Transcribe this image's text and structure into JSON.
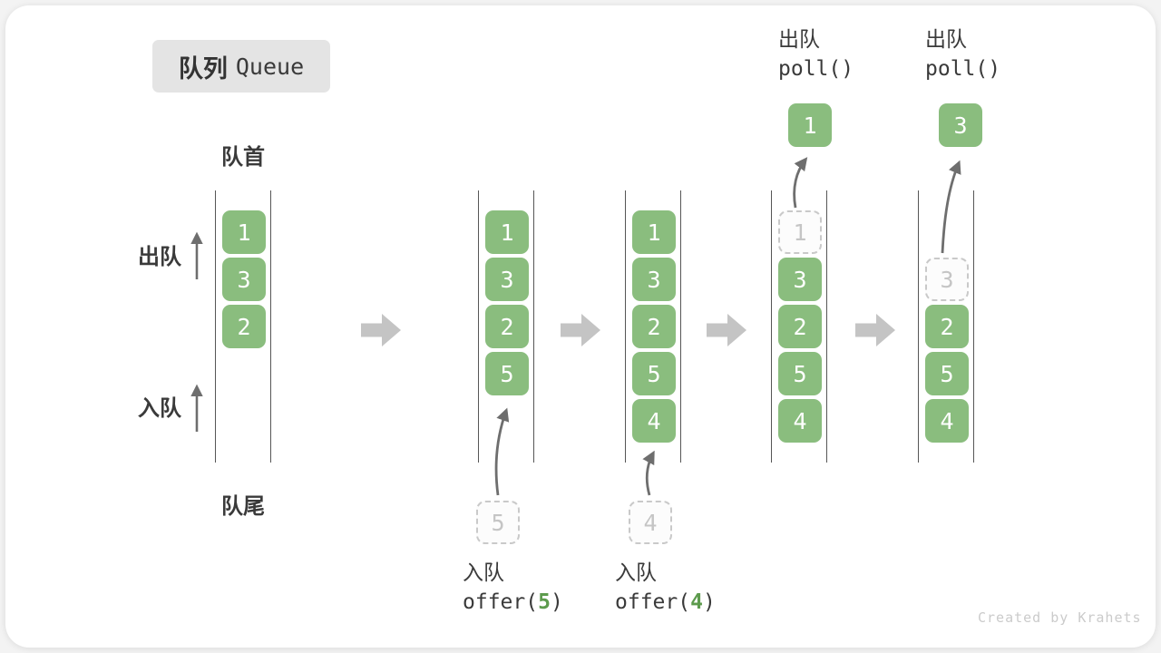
{
  "title": {
    "zh": "队列",
    "en": "Queue"
  },
  "labels": {
    "front": "队首",
    "rear": "队尾",
    "dequeue": "出队",
    "enqueue": "入队"
  },
  "columns": [
    {
      "slots": [
        {
          "value": "1",
          "ghost": false
        },
        {
          "value": "3",
          "ghost": false
        },
        {
          "value": "2",
          "ghost": false
        }
      ]
    },
    {
      "slots": [
        {
          "value": "1",
          "ghost": false
        },
        {
          "value": "3",
          "ghost": false
        },
        {
          "value": "2",
          "ghost": false
        },
        {
          "value": "5",
          "ghost": false
        }
      ],
      "incoming": {
        "value": "5"
      }
    },
    {
      "slots": [
        {
          "value": "1",
          "ghost": false
        },
        {
          "value": "3",
          "ghost": false
        },
        {
          "value": "2",
          "ghost": false
        },
        {
          "value": "5",
          "ghost": false
        },
        {
          "value": "4",
          "ghost": false
        }
      ],
      "incoming": {
        "value": "4"
      }
    },
    {
      "slots": [
        {
          "value": "1",
          "ghost": true
        },
        {
          "value": "3",
          "ghost": false
        },
        {
          "value": "2",
          "ghost": false
        },
        {
          "value": "5",
          "ghost": false
        },
        {
          "value": "4",
          "ghost": false
        }
      ],
      "outgoing": {
        "value": "1"
      }
    },
    {
      "slots": [
        {
          "value": "3",
          "ghost": true
        },
        {
          "value": "2",
          "ghost": false
        },
        {
          "value": "5",
          "ghost": false
        },
        {
          "value": "4",
          "ghost": false
        }
      ],
      "outgoing": {
        "value": "3"
      }
    }
  ],
  "operations": [
    {
      "label": "入队",
      "code_pre": "offer(",
      "arg": "5",
      "code_post": ")"
    },
    {
      "label": "入队",
      "code_pre": "offer(",
      "arg": "4",
      "code_post": ")"
    },
    {
      "label": "出队",
      "code_pre": "poll()",
      "arg": "",
      "code_post": ""
    },
    {
      "label": "出队",
      "code_pre": "poll()",
      "arg": "",
      "code_post": ""
    }
  ],
  "icons": {
    "transition_arrow": "right-block-arrow",
    "direction_arrow": "up-arrow",
    "move_arrow": "curved-up-arrow"
  },
  "colors": {
    "box_green": "#8abd7e",
    "code_arg_green": "#5d9b4d",
    "ghost_gray": "#c9c9c9",
    "block_arrow_gray": "#c4c4c4",
    "rail_gray": "#565656",
    "text_dark": "#3a3a3a",
    "watermark_gray": "#cbcbcb"
  },
  "watermark": "Created by Krahets"
}
